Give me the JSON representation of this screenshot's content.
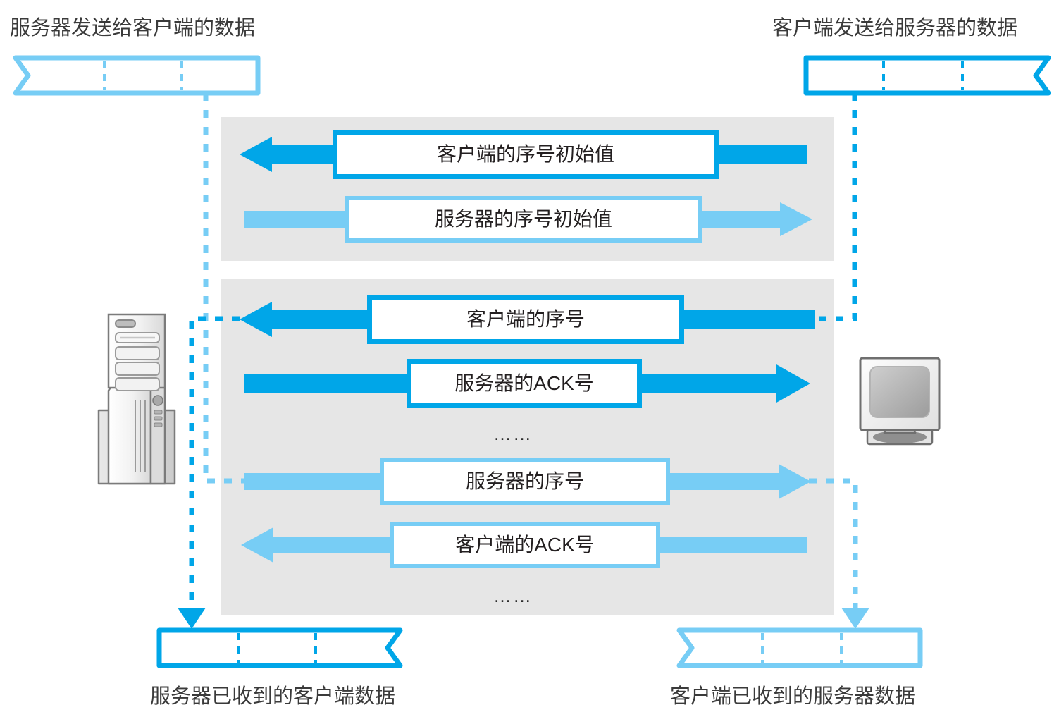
{
  "palette": {
    "blue_dark": "#00a6e8",
    "blue_light": "#77cdf5",
    "panel_gray": "#e6e6e6",
    "text": "#3a3a3a",
    "box_text": "#231f20",
    "white": "#ffffff"
  },
  "captions": {
    "top_left": "服务器发送给客户端的数据",
    "top_right": "客户端发送给服务器的数据",
    "bottom_left": "服务器已收到的客户端数据",
    "bottom_right": "客户端已收到的服务器数据"
  },
  "banners": [
    {
      "name": "server-outbound-data",
      "label": "服务器发送给客户端的数据",
      "color": "#77cdf5",
      "notch": "left",
      "segments": 3
    },
    {
      "name": "client-outbound-data",
      "label": "客户端发送给服务器的数据",
      "color": "#00a6e8",
      "notch": "right",
      "segments": 3
    },
    {
      "name": "server-received-data",
      "label": "服务器已收到的客户端数据",
      "color": "#00a6e8",
      "notch": "right",
      "segments": 3
    },
    {
      "name": "client-received-data",
      "label": "客户端已收到的服务器数据",
      "color": "#77cdf5",
      "notch": "left",
      "segments": 3
    }
  ],
  "panels": [
    {
      "name": "handshake-panel",
      "rows": 2
    },
    {
      "name": "data-transfer-panel",
      "rows": 4
    }
  ],
  "messages": [
    {
      "label": "客户端的序号初始值",
      "direction": "left",
      "color": "#00a6e8"
    },
    {
      "label": "服务器的序号初始值",
      "direction": "right",
      "color": "#77cdf5"
    },
    {
      "label": "客户端的序号",
      "direction": "left",
      "color": "#00a6e8"
    },
    {
      "label": "服务器的ACK号",
      "direction": "right",
      "color": "#00a6e8"
    },
    {
      "label": "服务器的序号",
      "direction": "right",
      "color": "#77cdf5"
    },
    {
      "label": "客户端的ACK号",
      "direction": "left",
      "color": "#77cdf5"
    }
  ],
  "ellipsis": [
    "……",
    "……"
  ],
  "icons": {
    "server": "server-tower-icon",
    "client": "client-monitor-icon"
  },
  "connectors": [
    {
      "name": "server-send-to-server-seq",
      "color": "#77cdf5"
    },
    {
      "name": "client-seq-to-server-received",
      "color": "#00a6e8"
    },
    {
      "name": "client-send-to-client-seq",
      "color": "#00a6e8"
    },
    {
      "name": "server-seq-to-client-received",
      "color": "#77cdf5"
    }
  ]
}
